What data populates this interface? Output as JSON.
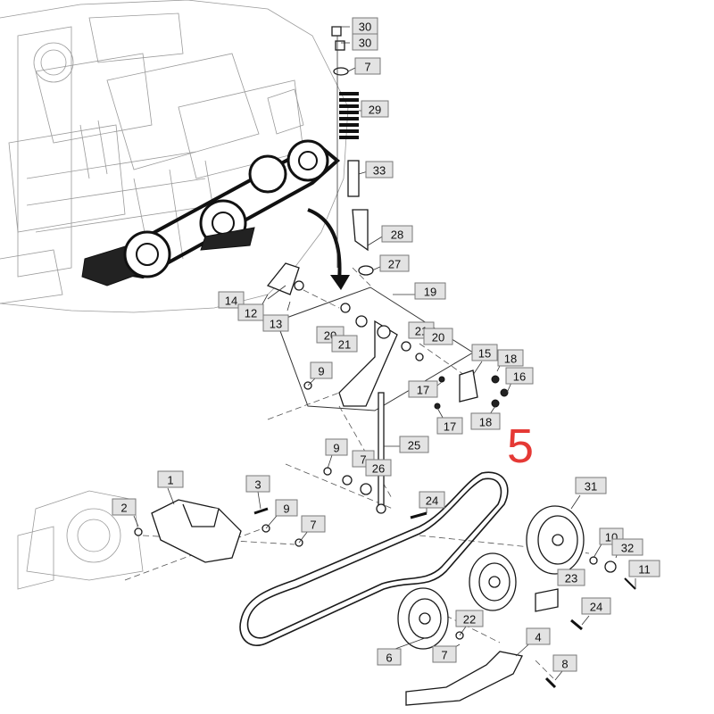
{
  "diagram": {
    "highlight_number": "5",
    "highlight_color": "#e53935",
    "callouts": {
      "c30a": "30",
      "c30b": "30",
      "c7a": "7",
      "c29": "29",
      "c33": "33",
      "c28": "28",
      "c27": "27",
      "c19": "19",
      "c14": "14",
      "c12": "12",
      "c13": "13",
      "c20a": "20",
      "c21a": "21",
      "c21b": "21",
      "c20b": "20",
      "c9a": "9",
      "c15": "15",
      "c18a": "18",
      "c16": "16",
      "c17a": "17",
      "c17b": "17",
      "c18b": "18",
      "c25": "25",
      "c9b": "9",
      "c7b": "7",
      "c26": "26",
      "c24a": "24",
      "c1": "1",
      "c3": "3",
      "c2": "2",
      "c9c": "9",
      "c7c": "7",
      "c31": "31",
      "c10": "10",
      "c32": "32",
      "c11": "11",
      "c23": "23",
      "c24b": "24",
      "c22": "22",
      "c6": "6",
      "c7d": "7",
      "c4": "4",
      "c8": "8"
    }
  }
}
